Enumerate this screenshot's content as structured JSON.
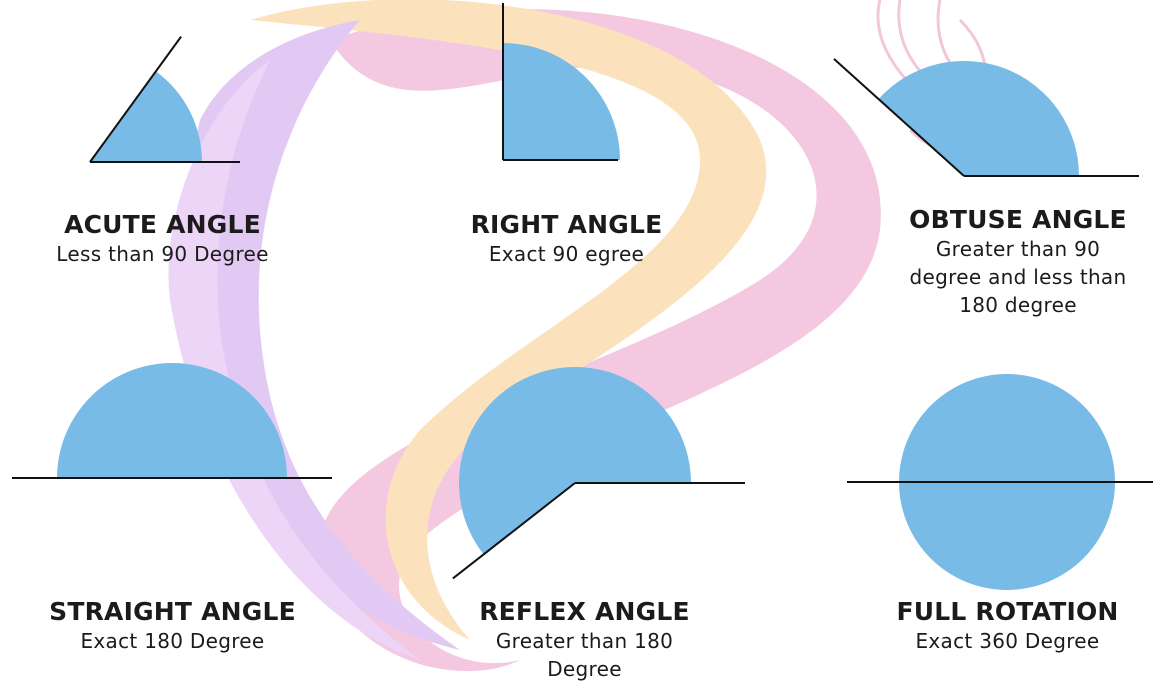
{
  "colors": {
    "fill": "#78bbe6",
    "line": "#111111",
    "wm_pink": "#f2b6d8",
    "wm_orange": "#fbd9a6",
    "wm_purple": "#d9b8f0"
  },
  "angles": [
    {
      "id": "acute",
      "title": "ACUTE ANGLE",
      "desc": [
        "Less than 90 Degree"
      ],
      "degrees": 54
    },
    {
      "id": "right",
      "title": "RIGHT ANGLE",
      "desc": [
        "Exact 90 egree"
      ],
      "degrees": 90
    },
    {
      "id": "obtuse",
      "title": "OBTUSE ANGLE",
      "desc": [
        "Greater than 90",
        "degree and less than",
        "180 degree"
      ],
      "degrees": 138
    },
    {
      "id": "straight",
      "title": "STRAIGHT ANGLE",
      "desc": [
        "Exact 180 Degree"
      ],
      "degrees": 180
    },
    {
      "id": "reflex",
      "title": "REFLEX ANGLE",
      "desc": [
        "Greater than 180",
        "Degree"
      ],
      "degrees": 218
    },
    {
      "id": "full",
      "title": "FULL ROTATION",
      "desc": [
        "Exact 360 Degree"
      ],
      "degrees": 360
    }
  ]
}
